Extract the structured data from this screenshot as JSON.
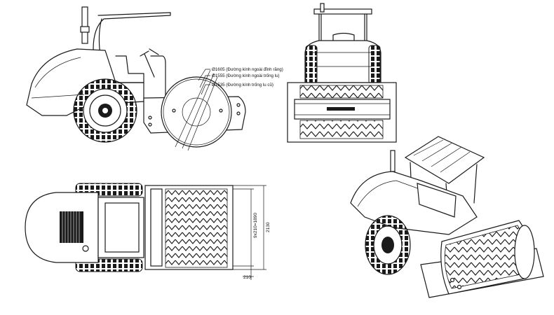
{
  "side_view": {
    "callouts": [
      {
        "text": "Ø1605 (Đường kính ngoài đỉnh răng)"
      },
      {
        "text": "Ø1555 (Đường kính ngoài trống lu)"
      },
      {
        "text": "Ø1535 (Đường kính trống lu cũ)"
      }
    ]
  },
  "top_view": {
    "dims": {
      "width_total": "2130",
      "drum_width": "9x210=1890",
      "offset": "210"
    }
  }
}
